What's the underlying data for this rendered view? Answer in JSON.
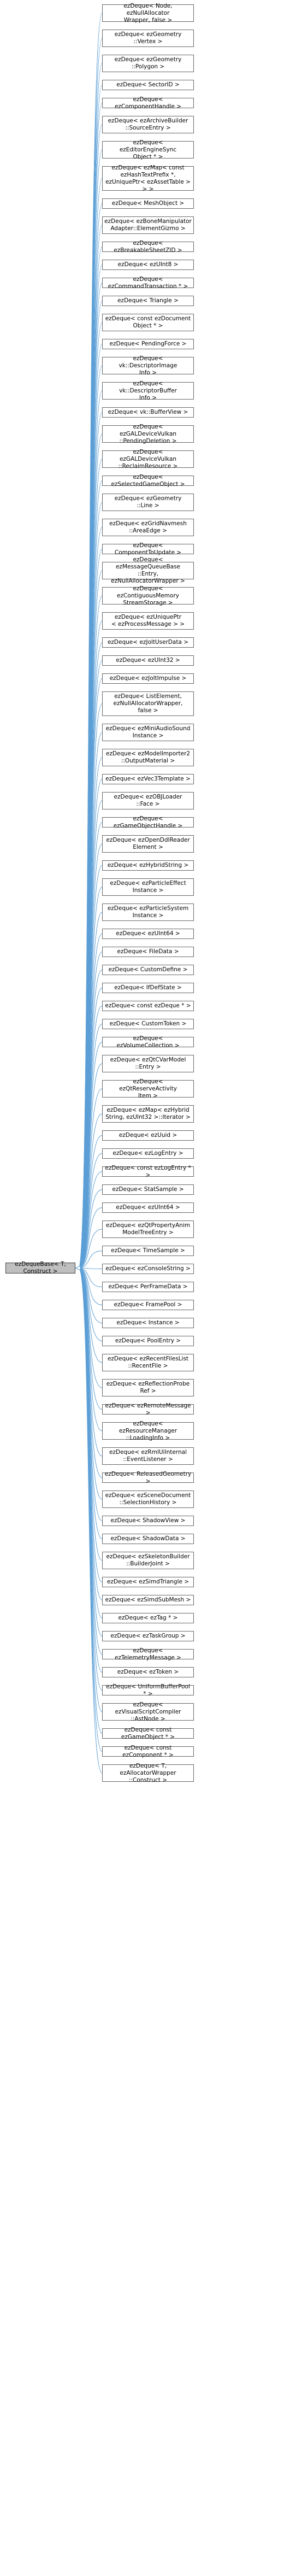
{
  "base": {
    "label": "ezDequeBase< T, Construct >"
  },
  "derived": [
    "ezDeque< Node, ezNullAllocator\nWrapper, false >",
    "ezDeque< ezGeometry\n::Vertex >",
    "ezDeque< ezGeometry\n::Polygon >",
    "ezDeque< SectorID >",
    "ezDeque< ezComponentHandle >",
    "ezDeque< ezArchiveBuilder\n::SourceEntry >",
    "ezDeque< ezEditorEngineSync\nObject * >",
    "ezDeque< ezMap< const\nezHashTextPrefix *,\nezUniquePtr< ezAssetTable > > >",
    "ezDeque< MeshObject >",
    "ezDeque< ezBoneManipulator\nAdapter::ElementGizmo >",
    "ezDeque< ezBreakableSheetZID >",
    "ezDeque< ezUInt8 >",
    "ezDeque< ezCommandTransaction * >",
    "ezDeque< Triangle >",
    "ezDeque< const ezDocument\nObject * >",
    "ezDeque< PendingForce >",
    "ezDeque< vk::DescriptorImage\nInfo >",
    "ezDeque< vk::DescriptorBuffer\nInfo >",
    "ezDeque< vk::BufferView >",
    "ezDeque< ezGALDeviceVulkan\n::PendingDeletion >",
    "ezDeque< ezGALDeviceVulkan\n::ReclaimResource >",
    "ezDeque< ezSelectedGameObject >",
    "ezDeque< ezGeometry\n::Line >",
    "ezDeque< ezGridNavmesh\n::AreaEdge >",
    "ezDeque< ComponentToUpdate >",
    "ezDeque< ezMessageQueueBase\n::Entry, ezNullAllocatorWrapper >",
    "ezDeque< ezContiguousMemory\nStreamStorage >",
    "ezDeque< ezUniquePtr\n< ezProcessMessage > >",
    "ezDeque< ezJoltUserData >",
    "ezDeque< ezUInt32 >",
    "ezDeque< ezJoltImpulse >",
    "ezDeque< ListElement,\nezNullAllocatorWrapper,\nfalse >",
    "ezDeque< ezMiniAudioSound\nInstance >",
    "ezDeque< ezModelImporter2\n::OutputMaterial >",
    "ezDeque< ezVec3Template >",
    "ezDeque< ezOBJLoader\n::Face >",
    "ezDeque< ezGameObjectHandle >",
    "ezDeque< ezOpenDdlReader\nElement >",
    "ezDeque< ezHybridString >",
    "ezDeque< ezParticleEffect\nInstance >",
    "ezDeque< ezParticleSystem\nInstance >",
    "ezDeque< ezUInt64 >",
    "ezDeque< FileData >",
    "ezDeque< CustomDefine >",
    "ezDeque< IfDefState >",
    "ezDeque< const ezDeque * >",
    "ezDeque< CustomToken >",
    "ezDeque< ezVolumeCollection >",
    "ezDeque< ezQtCVarModel\n::Entry >",
    "ezDeque< ezQtReserveActivity\nItem >",
    "ezDeque< ezMap< ezHybrid\nString, ezUInt32 >::Iterator >",
    "ezDeque< ezUuid >",
    "ezDeque< ezLogEntry >",
    "ezDeque< const ezLogEntry * >",
    "ezDeque< StatSample >",
    "ezDeque< ezUInt64 >",
    "ezDeque< ezQtPropertyAnim\nModelTreeEntry >",
    "ezDeque< TimeSample >",
    "ezDeque< ezConsoleString >",
    "ezDeque< PerFrameData >",
    "ezDeque< FramePool >",
    "ezDeque< Instance >",
    "ezDeque< PoolEntry >",
    "ezDeque< ezRecentFilesList\n::RecentFile >",
    "ezDeque< ezReflectionProbe\nRef >",
    "ezDeque< ezRemoteMessage >",
    "ezDeque< ezResourceManager\n::LoadingInfo >",
    "ezDeque< ezRmlUiInternal\n::EventListener >",
    "ezDeque< ReleasedGeometry >",
    "ezDeque< ezSceneDocument\n::SelectionHistory >",
    "ezDeque< ShadowView >",
    "ezDeque< ShadowData >",
    "ezDeque< ezSkeletonBuilder\n::BuilderJoint >",
    "ezDeque< ezSimdTriangle >",
    "ezDeque< ezSimdSubMesh >",
    "ezDeque< ezTag * >",
    "ezDeque< ezTaskGroup >",
    "ezDeque< ezTelemetryMessage >",
    "ezDeque< ezToken >",
    "ezDeque< UniformBufferPool * >",
    "ezDeque< ezVisualScriptCompiler\n::AstNode >",
    "ezDeque< const ezGameObject * >",
    "ezDeque< const ezComponent * >",
    "ezDeque< T, ezAllocatorWrapper\n::Construct >"
  ],
  "colors": {
    "edge": "#5c9fd6",
    "node_border": "#666666",
    "base_fill": "#bfbfbf"
  }
}
